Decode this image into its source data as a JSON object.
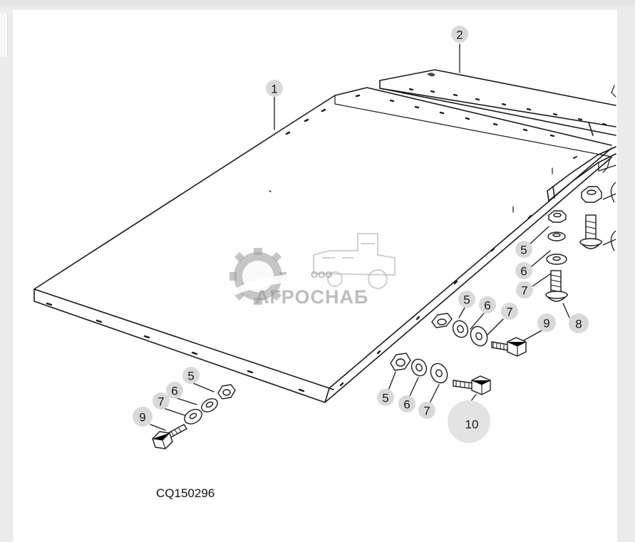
{
  "figure_code": "CQ150296",
  "watermark": {
    "company_type": "ООО",
    "brand": "АГРОСНАБ"
  },
  "callouts": {
    "c1": "1",
    "c2": "2",
    "c5a": "5",
    "c6a": "6",
    "c7a": "7",
    "c8": "8",
    "c5b": "5",
    "c6b": "6",
    "c7b": "7",
    "c9b": "9",
    "c5c": "5",
    "c6c": "6",
    "c7c": "7",
    "c10": "10",
    "c5d": "5",
    "c6d": "6",
    "c7d": "7",
    "c9d": "9"
  },
  "colors": {
    "line": "#1a1a1a",
    "callout_fill": "#d9d9d9",
    "watermark": "#9a9a9a"
  }
}
